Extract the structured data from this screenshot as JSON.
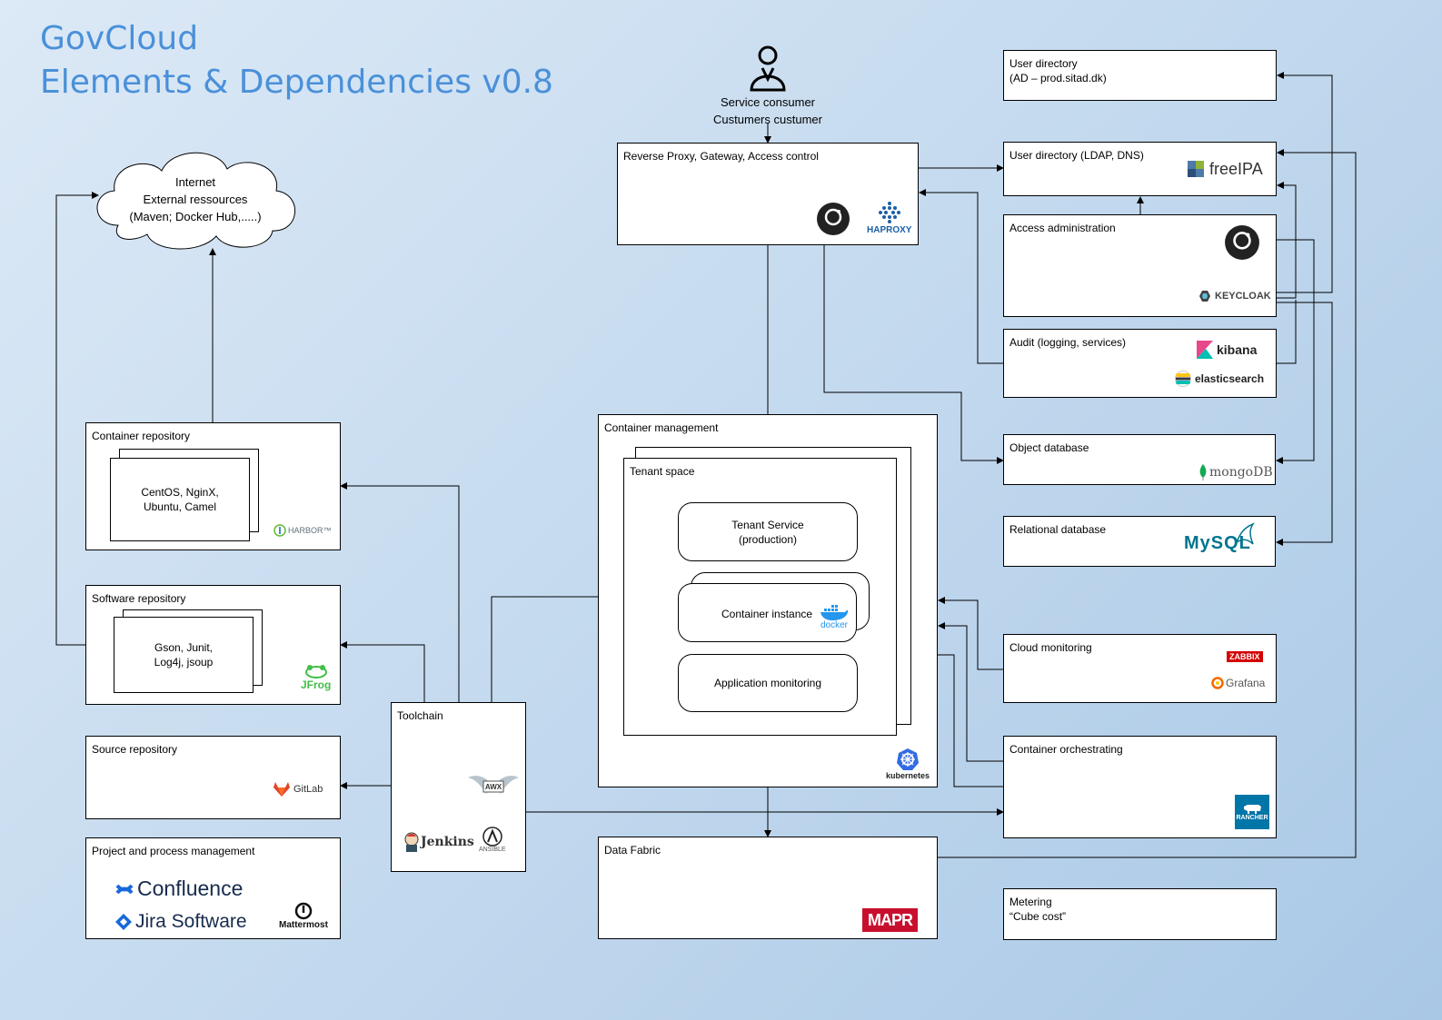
{
  "title": {
    "line1": "GovCloud",
    "line2": "Elements & Dependencies v0.8"
  },
  "actor": {
    "line1": "Service consumer",
    "line2": "Custumers custumer"
  },
  "internet": {
    "line1": "Internet",
    "line2": "External ressources",
    "line3": "(Maven; Docker Hub,.....)"
  },
  "boxes": {
    "reverse_proxy": "Reverse Proxy, Gateway, Access control",
    "user_dir_ad": "User directory",
    "user_dir_ad_sub": "(AD – prod.sitad.dk)",
    "user_dir_ldap": "User directory (LDAP, DNS)",
    "access_admin": "Access administration",
    "audit": "Audit (logging, services)",
    "object_db": "Object database",
    "relational_db": "Relational database",
    "container_repo": "Container repository",
    "container_repo_items": "CentOS, NginX,\nUbuntu, Camel",
    "software_repo": "Software repository",
    "software_repo_items": "Gson, Junit,\nLog4j, jsoup",
    "source_repo": "Source repository",
    "project_mgmt": "Project and process management",
    "toolchain": "Toolchain",
    "container_mgmt": "Container management",
    "tenant_space": "Tenant space",
    "tenant_service_1": "Tenant Service",
    "tenant_service_2": "(production)",
    "container_instance": "Container instance",
    "app_monitoring": "Application monitoring",
    "cloud_monitoring": "Cloud monitoring",
    "container_orch": "Container orchestrating",
    "data_fabric": "Data Fabric",
    "metering": "Metering",
    "metering_sub": "“Cube cost”"
  },
  "logos": {
    "gravitee": "GRAVITEE.IO",
    "haproxy": "HAPROXY",
    "freeipa": "freeIPA",
    "keycloak": "KEYCLOAK",
    "kibana": "kibana",
    "elasticsearch": "elasticsearch",
    "mongodb": "mongoDB",
    "mysql": "MySQL",
    "harbor": "HARBOR™",
    "jfrog": "JFrog",
    "gitlab": "GitLab",
    "confluence": "Confluence",
    "jira": "Jira Software",
    "mattermost": "Mattermost",
    "awx": "AWX",
    "jenkins": "Jenkins",
    "ansible": "ANSIBLE",
    "docker": "docker",
    "kubernetes": "kubernetes",
    "zabbix": "ZABBIX",
    "grafana": "Grafana",
    "rancher": "RANCHER",
    "mapr": "MAPR"
  },
  "colors": {
    "title": "#4a90d9",
    "gitlab": "#e24329",
    "confluence": "#1868db",
    "mysql": "#00758f",
    "mysql_accent": "#f29111",
    "rancher": "#0075a8",
    "mapr": "#c8102e",
    "zabbix": "#d40000",
    "mongodb": "#13aa52",
    "kubernetes": "#326ce5",
    "docker": "#2496ed"
  }
}
